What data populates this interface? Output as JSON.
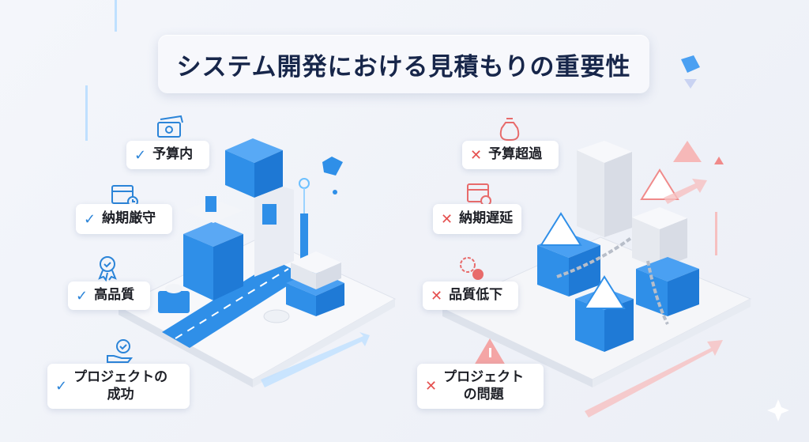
{
  "title": "システム開発における見積もりの重要性",
  "good": [
    {
      "label": "予算内",
      "icon": "money-icon"
    },
    {
      "label": "納期厳守",
      "icon": "calendar-clock-icon"
    },
    {
      "label": "高品質",
      "icon": "award-ribbon-icon"
    },
    {
      "label": "プロジェクトの成功",
      "line1": "プロジェクトの",
      "line2": "成功",
      "icon": "hand-badge-icon"
    }
  ],
  "bad": [
    {
      "label": "予算超過",
      "icon": "money-bag-icon"
    },
    {
      "label": "納期遅延",
      "icon": "calendar-clock-icon"
    },
    {
      "label": "品質低下",
      "icon": "gear-x-icon"
    },
    {
      "label": "プロジェクトの問題",
      "line1": "プロジェクト",
      "line2": "の問題",
      "icon": "warning-icon"
    }
  ],
  "marks": {
    "check": "✓",
    "cross": "✕"
  },
  "colors": {
    "blue": "#2f8fe8",
    "red": "#e5504f",
    "navy": "#17264a"
  }
}
